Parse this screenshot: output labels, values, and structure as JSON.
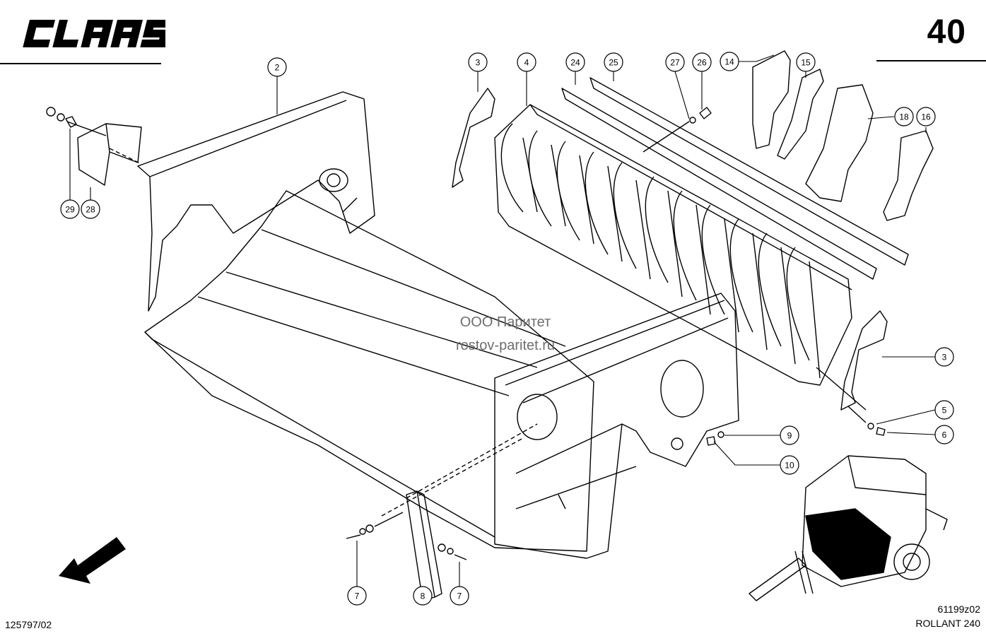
{
  "header": {
    "brand_logo": "CLAAS",
    "page_number": "40"
  },
  "watermark": {
    "company": "ООО Паритет",
    "site": "rostov-paritet.ru"
  },
  "footer": {
    "document_code": "125797/02",
    "drawing_code": "61199z02",
    "model": "ROLLANT 240"
  },
  "callouts": [
    {
      "id": "c2",
      "label": "2"
    },
    {
      "id": "c3a",
      "label": "3"
    },
    {
      "id": "c4",
      "label": "4"
    },
    {
      "id": "c24",
      "label": "24"
    },
    {
      "id": "c25",
      "label": "25"
    },
    {
      "id": "c27",
      "label": "27"
    },
    {
      "id": "c26",
      "label": "26"
    },
    {
      "id": "c14",
      "label": "14"
    },
    {
      "id": "c15",
      "label": "15"
    },
    {
      "id": "c18",
      "label": "18"
    },
    {
      "id": "c16",
      "label": "16"
    },
    {
      "id": "c29",
      "label": "29"
    },
    {
      "id": "c28",
      "label": "28"
    },
    {
      "id": "c3b",
      "label": "3"
    },
    {
      "id": "c5",
      "label": "5"
    },
    {
      "id": "c6",
      "label": "6"
    },
    {
      "id": "c9",
      "label": "9"
    },
    {
      "id": "c10",
      "label": "10"
    },
    {
      "id": "c7a",
      "label": "7"
    },
    {
      "id": "c8",
      "label": "8"
    },
    {
      "id": "c7b",
      "label": "7"
    }
  ],
  "icons": {
    "direction": "arrow-down-left-icon",
    "machine": "baler-thumbnail-icon"
  },
  "colors": {
    "ink": "#000000",
    "paper": "#ffffff",
    "watermark": "#6e6e6e"
  }
}
